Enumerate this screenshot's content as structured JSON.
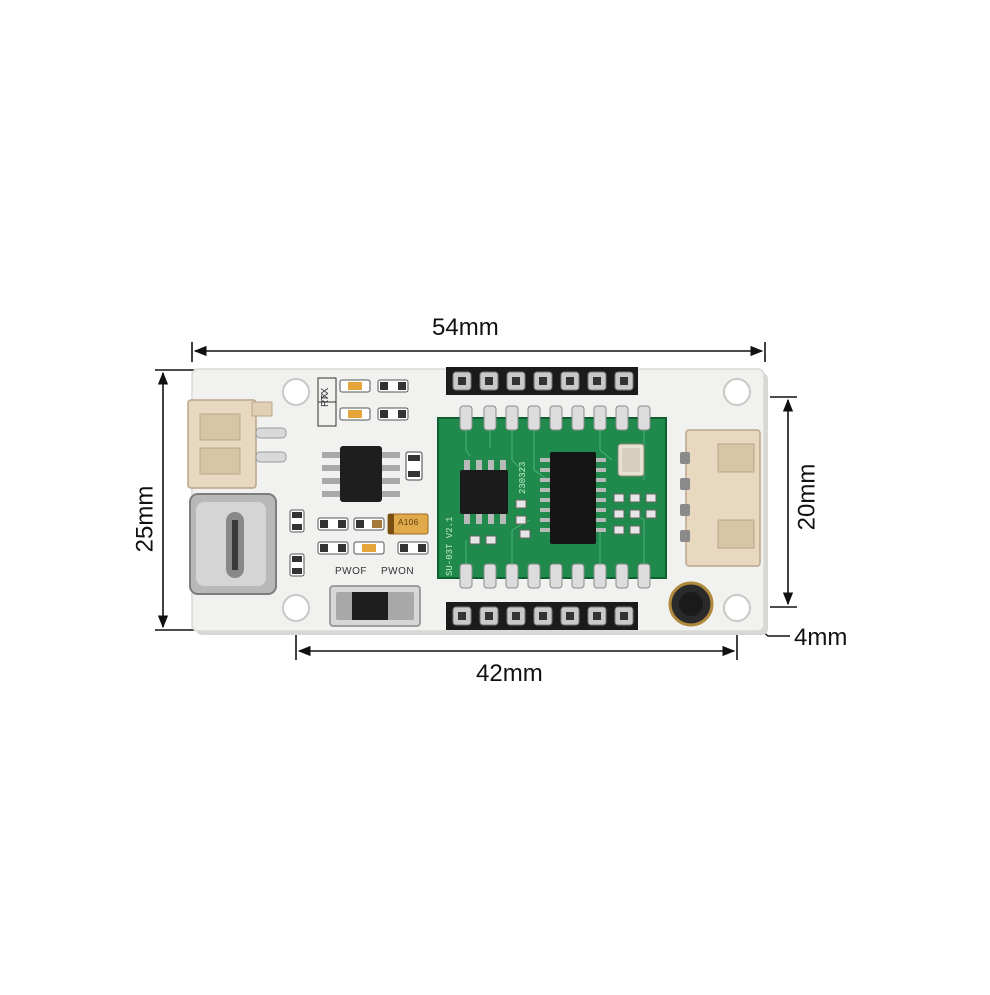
{
  "dimensions": {
    "width_total": "54mm",
    "height_total": "25mm",
    "connector_height": "20mm",
    "hole_spacing": "42mm",
    "hole_offset": "4mm"
  },
  "board": {
    "silkscreen": {
      "rx": "RX",
      "tx": "TX",
      "pwof": "PWOF",
      "pwon": "PWON"
    },
    "module_label": "SU-03T V2.1",
    "module_code": "230323",
    "tantalum_code": "A106"
  },
  "colors": {
    "board": "#f1f1ef",
    "module": "#1f8a4c",
    "header": "#1b1b1b",
    "connector": "#e9d8c0",
    "usb": "#b8b8b8",
    "dimension_line": "#111111"
  }
}
